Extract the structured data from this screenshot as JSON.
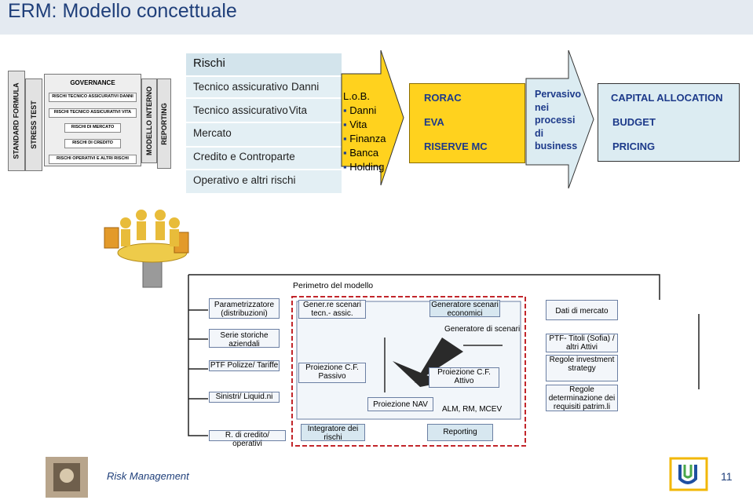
{
  "title": "ERM: Modello concettuale",
  "left_stack": {
    "vertical_labels": [
      "STANDARD FORMULA",
      "STRESS TEST",
      "MODELLO INTERNO",
      "REPORTING"
    ],
    "governance": "GOVERNANCE",
    "risk_items": [
      "RISCHI TECNICO ASSICURATIVI DANNI",
      "RISCHI TECNICO ASSICURATIVI VITA",
      "RISCHI DI MERCATO",
      "RISCHI DI CREDITO",
      "RISCHI OPERATIVI E ALTRI RISCHI"
    ]
  },
  "rischi_panel": {
    "header": "Rischi",
    "rows": [
      {
        "label": "Tecnico assicurativo",
        "sub": "Danni"
      },
      {
        "label": "Tecnico assicurativo",
        "sub": "Vita"
      },
      {
        "label": "Mercato",
        "sub": ""
      },
      {
        "label": "Credito e Controparte",
        "sub": ""
      },
      {
        "label": "Operativo e altri rischi",
        "sub": ""
      }
    ]
  },
  "lob": {
    "title": "L.o.B.",
    "items": [
      "Danni",
      "Vita",
      "Finanza",
      "Banca",
      "Holding"
    ]
  },
  "metrics": [
    "RORAC",
    "EVA",
    "RISERVE MC"
  ],
  "pervasivo": [
    "Pervasivo",
    "nei",
    "processi",
    "di",
    "business"
  ],
  "capital": [
    "CAPITAL ALLOCATION",
    "BUDGET",
    "PRICING"
  ],
  "model": {
    "perimeter": "Perimetro del modello",
    "inputs": [
      "Parametrizzatore (distribuzioni)",
      "Serie storiche aziendali",
      "PTF Polizze/ Tariffe",
      "Sinistri/ Liquid.ni",
      "R. di credito/ operativi"
    ],
    "gen_scenari_tecn": "Gener.re scenari tecn.- assic.",
    "gen_scenari_econ": "Generatore scenari economici",
    "gen_scenari": "Generatore di scenari",
    "proiezione_passivo": "Proiezione C.F. Passivo",
    "proiezione_nav": "Proiezione NAV",
    "proiezione_attivo": "Proiezione C.F. Attivo",
    "alm": "ALM, RM, MCEV",
    "integratore": "Integratore dei rischi",
    "reporting": "Reporting",
    "right_items": [
      "Dati di mercato",
      "PTF- Titoli (Sofia) / altri Attivi",
      "Regole investment strategy",
      "Regole determinazione dei requisiti patrim.li"
    ]
  },
  "footer": {
    "left_text": "Risk Management",
    "page_number": "11"
  },
  "colors": {
    "title_bg": "#e4eaf1",
    "title_text": "#1f3f7a",
    "arrow_yellow": "#ffd21e",
    "panel_blue": "#e3eff4",
    "box_blue": "#dcecf2",
    "frame_red": "#c2262b"
  }
}
